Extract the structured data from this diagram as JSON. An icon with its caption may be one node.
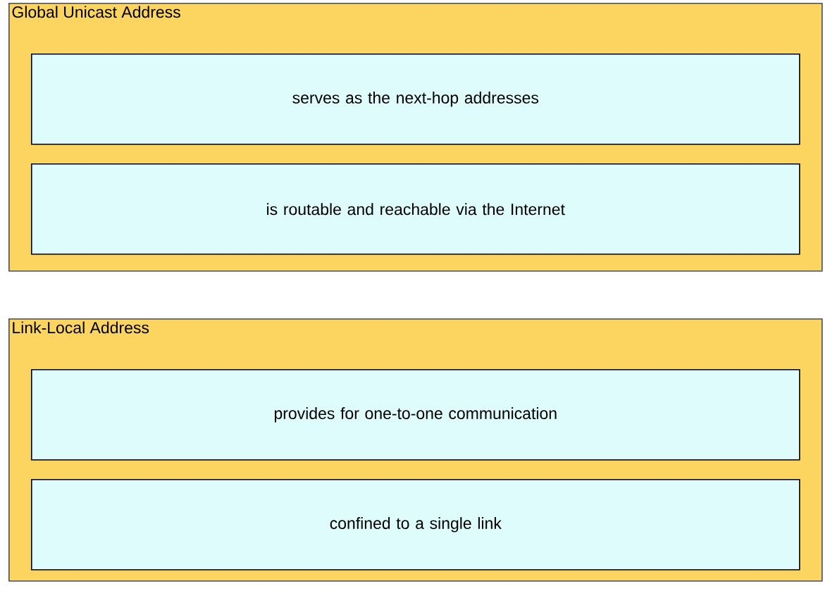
{
  "diagram": {
    "nodes": [
      {
        "text": [
          "Global Unicast Address"
        ]
      },
      {
        "text": [
          "serves as the next-hop addresses"
        ],
        "in": 0
      },
      {
        "text": [
          "is routable and reachable via the Internet"
        ],
        "in": 0
      },
      {
        "text": [
          "Link-Local Address"
        ]
      },
      {
        "text": [
          "provides for one-to-one communication"
        ],
        "in": 3
      },
      {
        "text": [
          "confined to a single link"
        ],
        "in": 3
      }
    ]
  }
}
